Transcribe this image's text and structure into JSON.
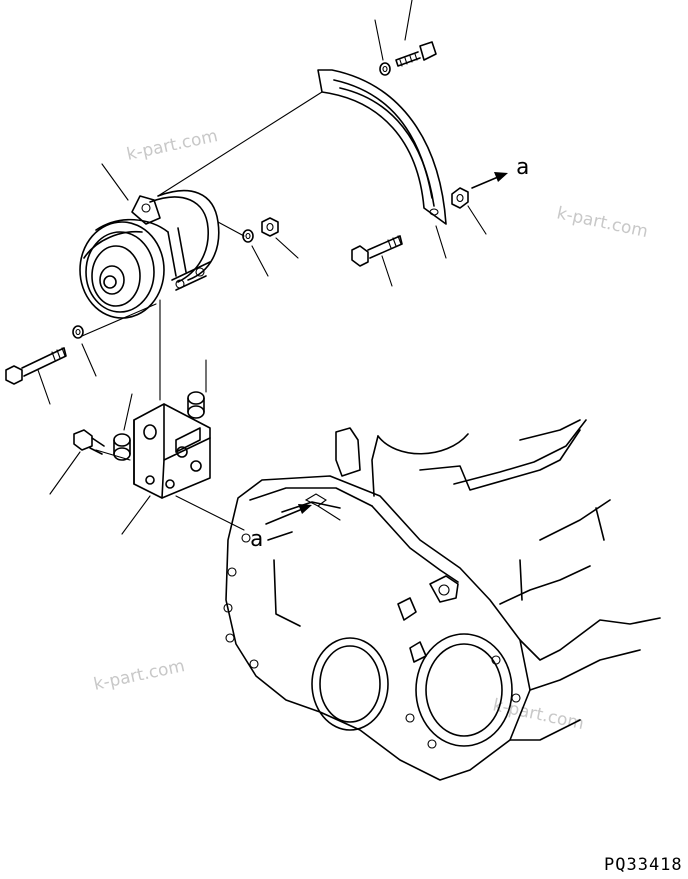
{
  "diagram": {
    "reference_marks": [
      "a",
      "a"
    ],
    "drawing_code": "PQ33418",
    "watermarks": [
      "k-part.com",
      "k-part.com",
      "k-part.com",
      "k-part.com"
    ]
  }
}
